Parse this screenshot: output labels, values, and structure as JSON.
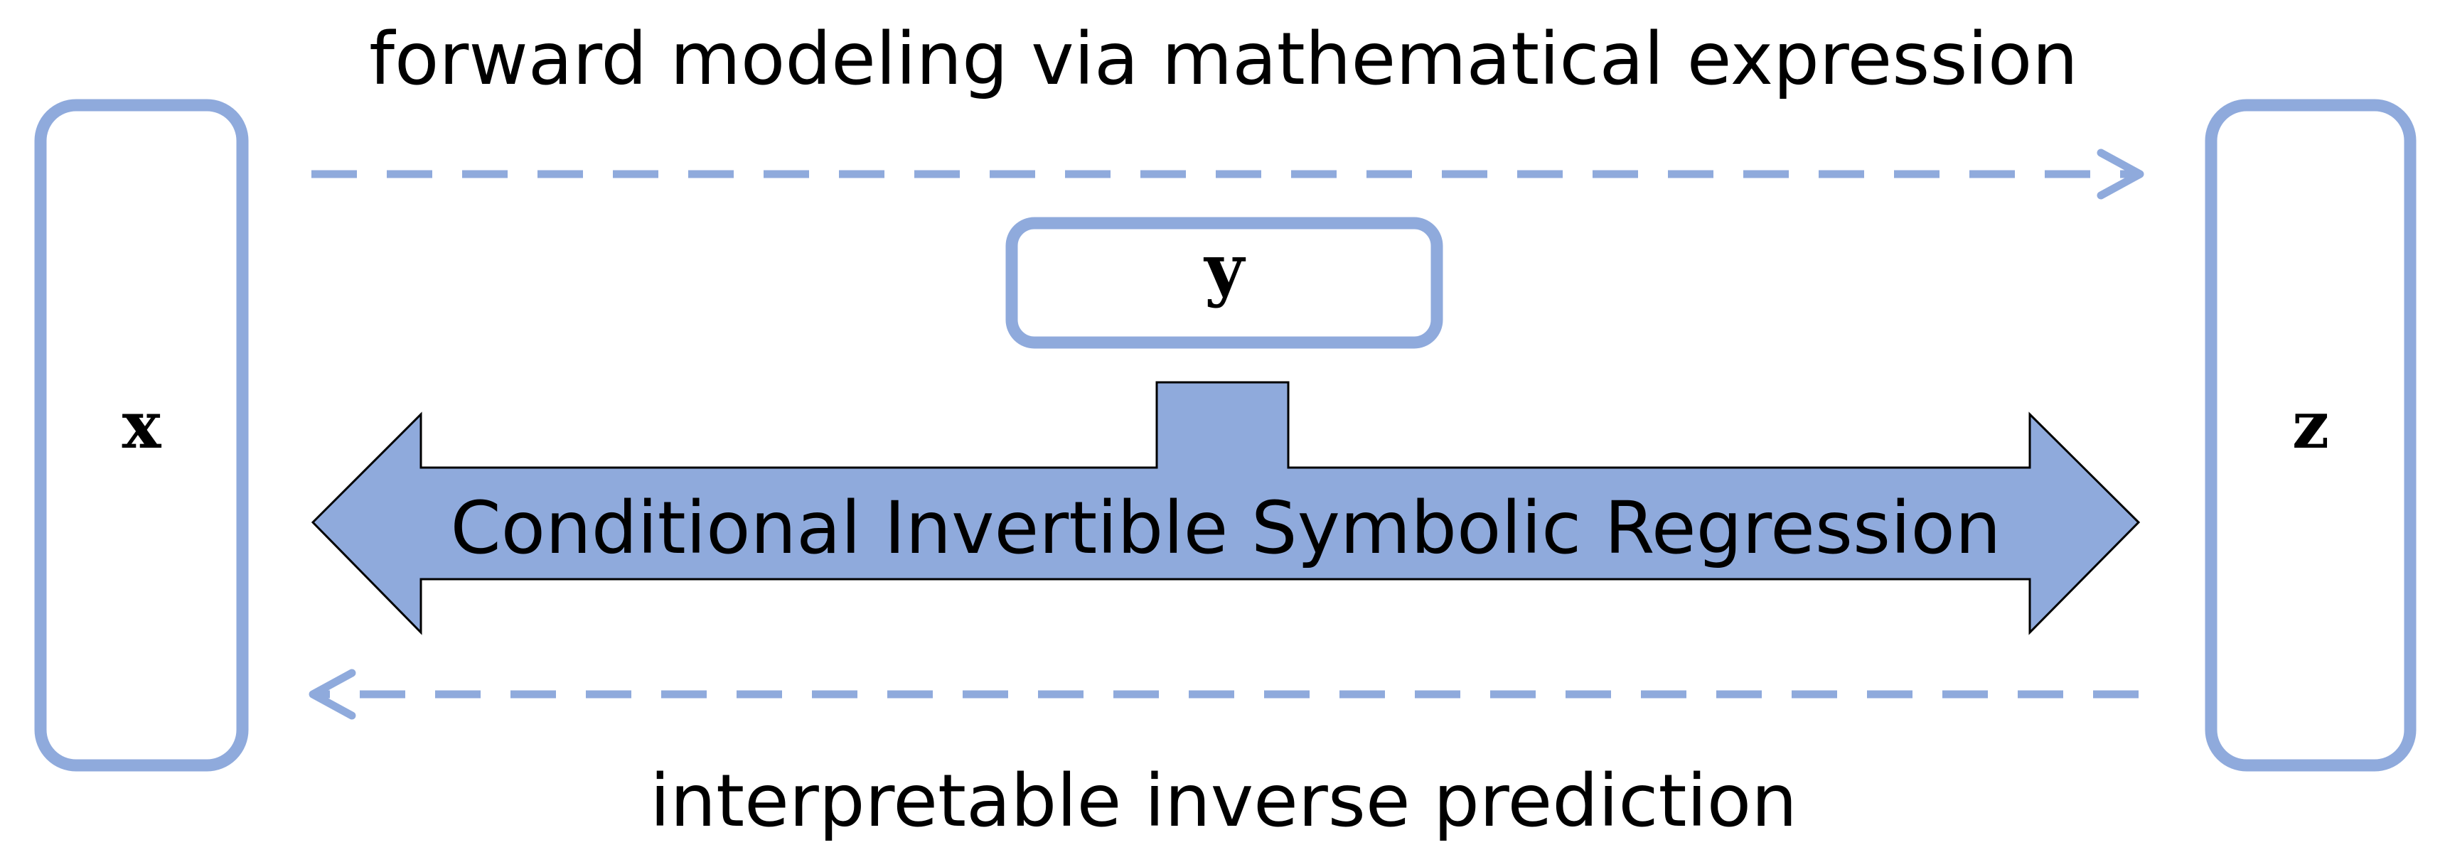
{
  "diagram": {
    "top_caption": "forward modeling via mathematical expression",
    "bottom_caption": "interpretable inverse prediction",
    "left_node": "x",
    "right_node": "z",
    "condition_node": "y",
    "arrow_label": "Conditional Invertible Symbolic Regression"
  },
  "colors": {
    "accent": "#8faadc",
    "text": "#000000",
    "background": "#ffffff"
  }
}
